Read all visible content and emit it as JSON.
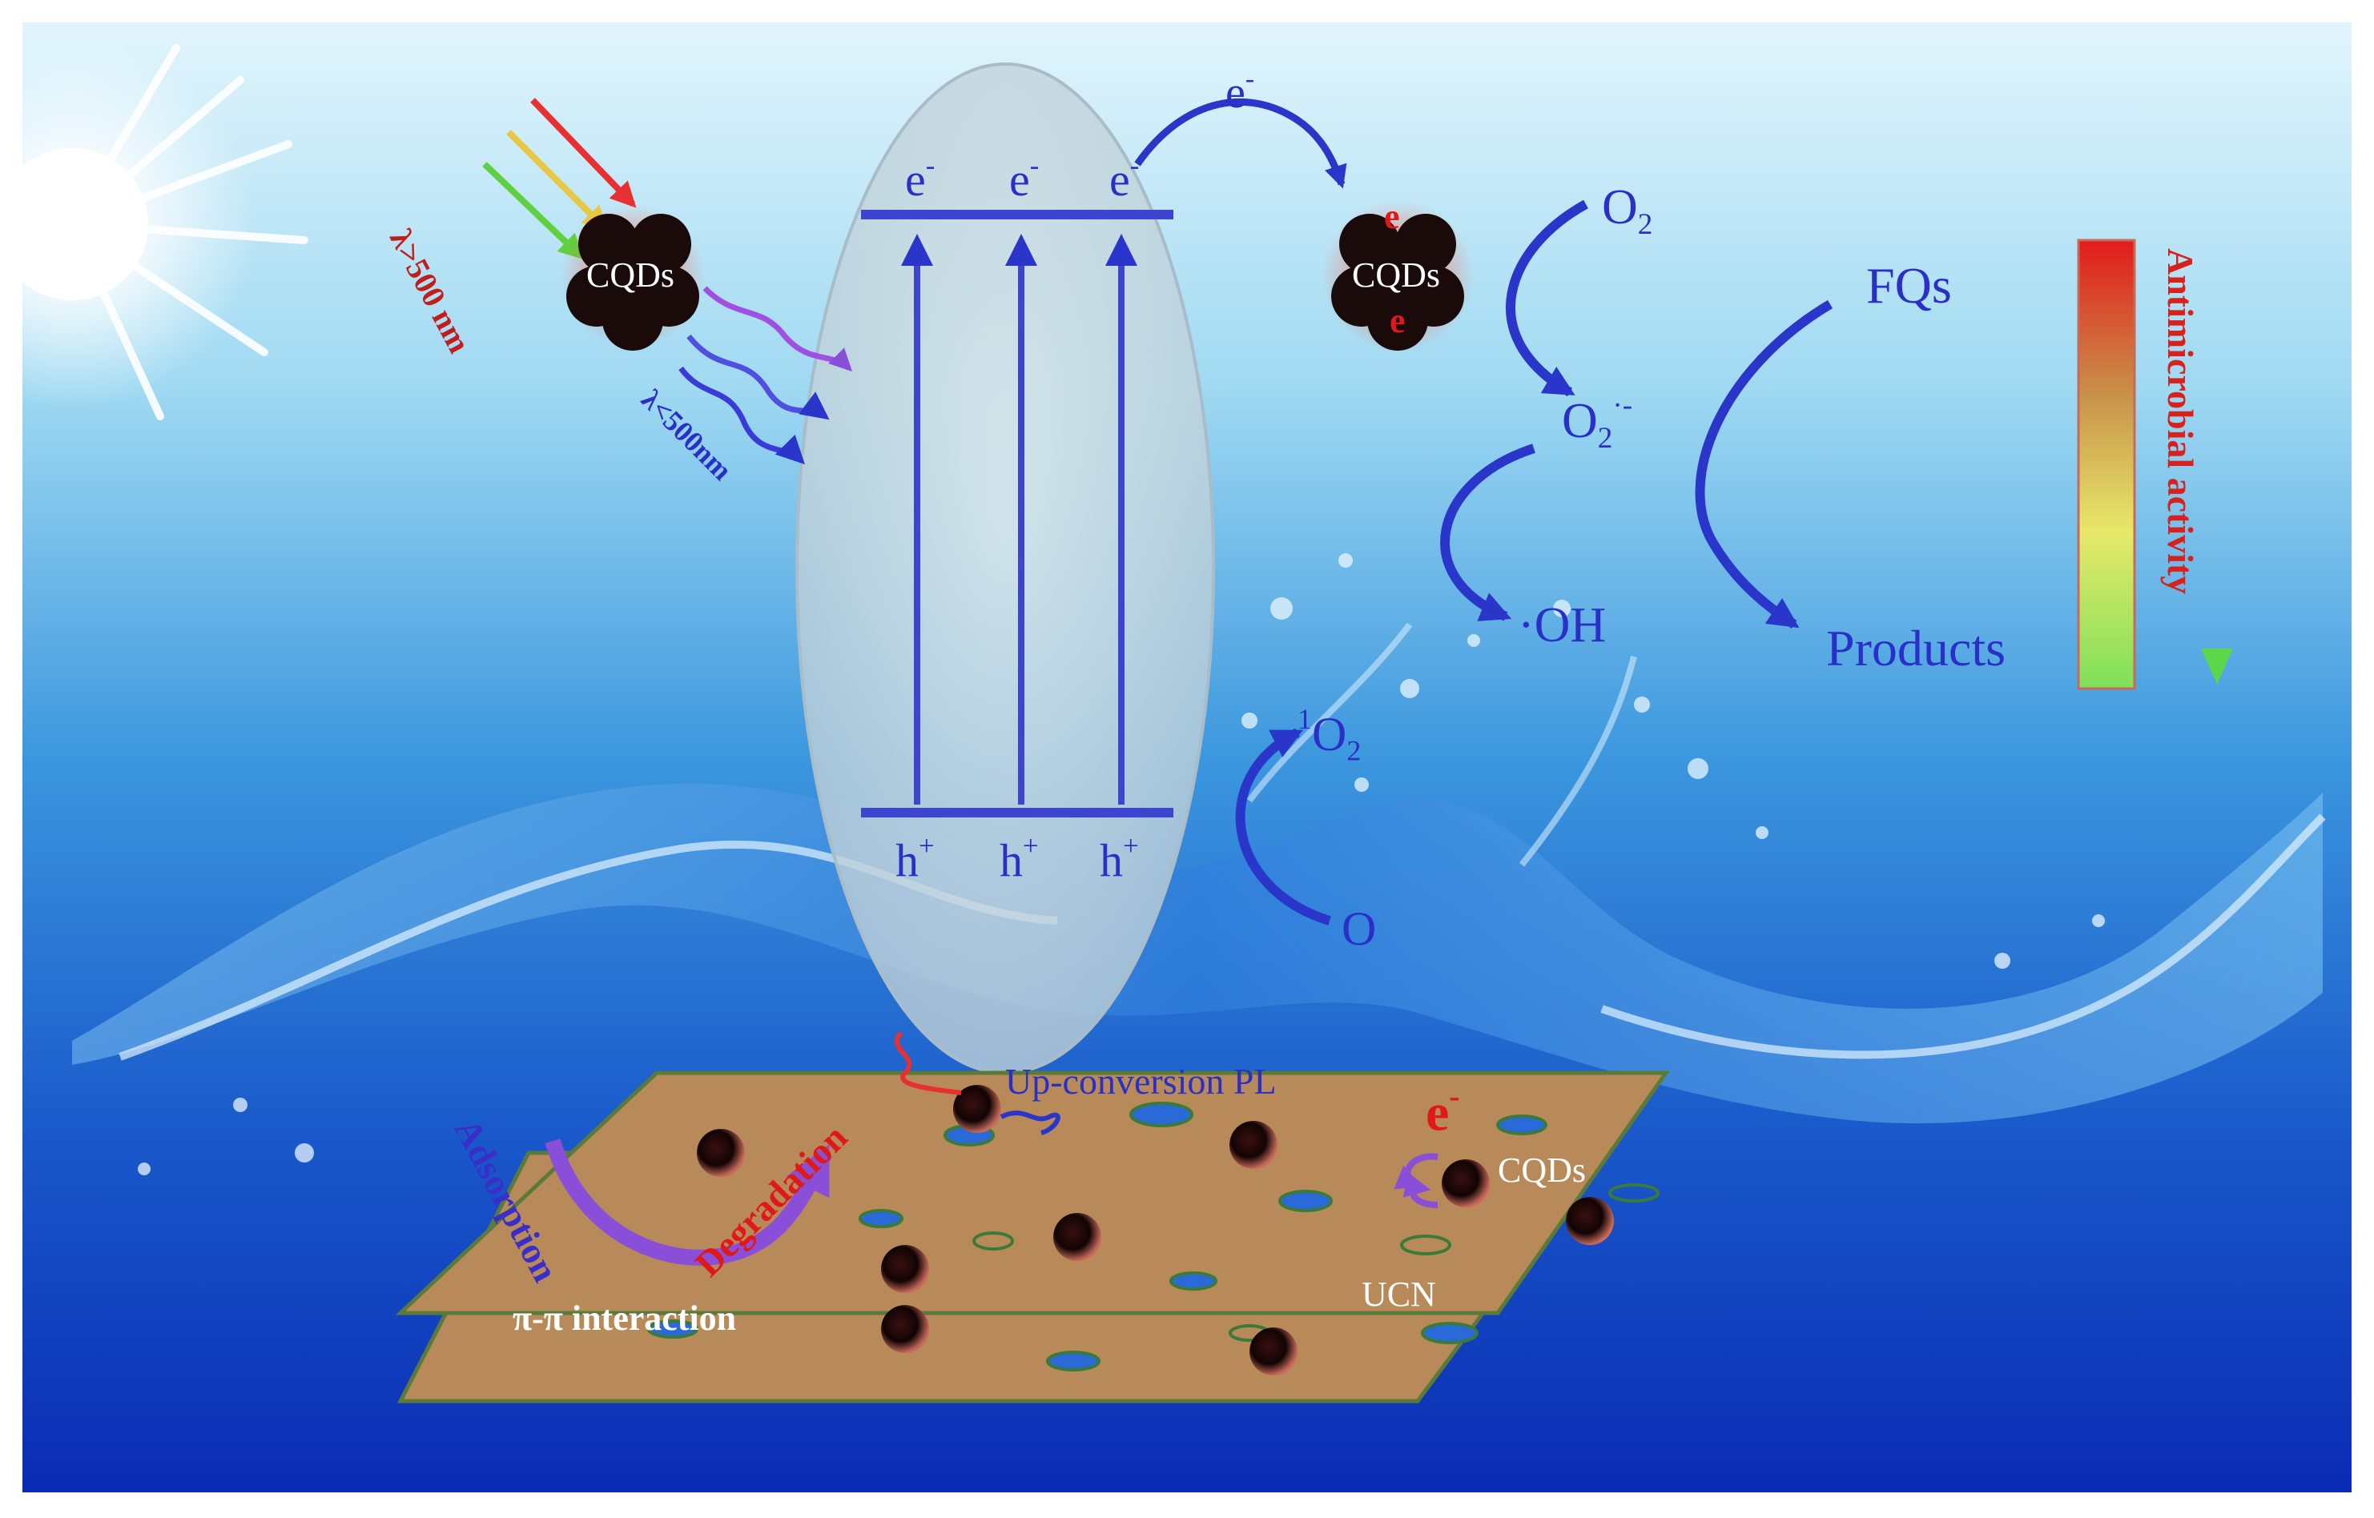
{
  "light_labels": {
    "long": "λ>500 nm",
    "short": "λ<500nm"
  },
  "cqd_label": "CQDs",
  "band": {
    "electron": "e",
    "electron_sup": "-",
    "hole": "h",
    "hole_sup": "+"
  },
  "transfer_electron": {
    "base": "e",
    "sup": "-"
  },
  "species": {
    "o2_base": "O",
    "o2_sub": "2",
    "superoxide_base": "O",
    "superoxide_sub": "2",
    "superoxide_sup": "·-",
    "hydroxyl": "·OH",
    "singlet_pre": "1",
    "singlet_base": "O",
    "singlet_sub": "2",
    "oxygen_low": "O"
  },
  "drugs": {
    "reactant": "FQs",
    "product": "Products"
  },
  "activity_bar": {
    "label": "Antimicrobial activity",
    "colors": [
      "#e31b1b",
      "#c8934a",
      "#e8e86a",
      "#7fe05a"
    ]
  },
  "sheet": {
    "upconversion": "Up-conversion PL",
    "adsorption": "Adsorption",
    "degradation": "Degradation",
    "pi_interaction": "π-π interaction",
    "cqds": "CQDs",
    "ucn": "UCN",
    "sheet_electron": "e",
    "sheet_electron_sup": "-"
  },
  "colors": {
    "background_top": "#dff3fb",
    "background_bottom": "#0b2fb8",
    "arrow_blue": "#2a35c9",
    "sheet": "#b88a5a",
    "cqd_dot": "#140808",
    "electron_red": "#e01818",
    "adsorption_purple": "#8a4fd9"
  }
}
